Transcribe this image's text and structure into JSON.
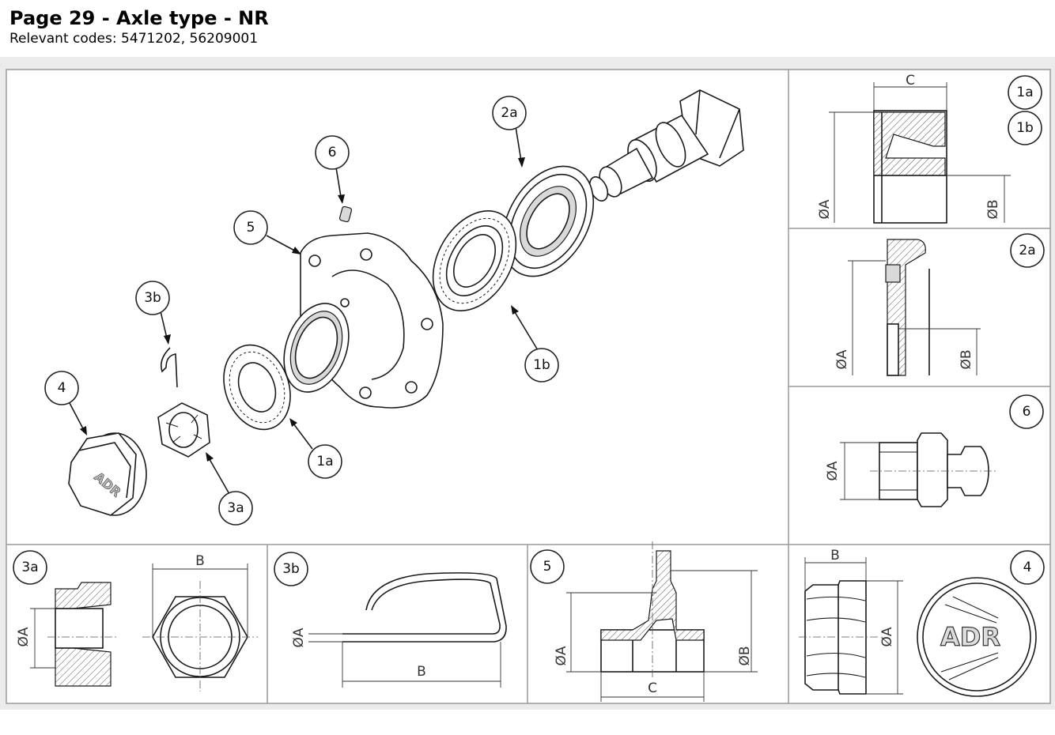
{
  "header": {
    "title": "Page 29 - Axle type - NR",
    "codes": "Relevant codes: 5471202, 56209001"
  },
  "callouts": {
    "c1a": "1a",
    "c1b": "1b",
    "c2a": "2a",
    "c3a": "3a",
    "c3b": "3b",
    "c4": "4",
    "c5": "5",
    "c6": "6"
  },
  "details": {
    "d1": {
      "tag1": "1a",
      "tag2": "1b",
      "dimC": "C",
      "dimA": "ØA",
      "dimB": "ØB"
    },
    "d2a": {
      "tag": "2a",
      "dimA": "ØA",
      "dimB": "ØB"
    },
    "d6": {
      "tag": "6",
      "dimA": "ØA"
    },
    "d3a": {
      "tag": "3a",
      "dimA": "ØA",
      "dimB": "B"
    },
    "d3b": {
      "tag": "3b",
      "dimA": "ØA",
      "dimB": "B"
    },
    "d5": {
      "tag": "5",
      "dimA": "ØA",
      "dimB": "ØB",
      "dimC": "C"
    },
    "d4": {
      "tag": "4",
      "dimB": "B",
      "dimA": "ØA",
      "logo": "ADR"
    }
  }
}
